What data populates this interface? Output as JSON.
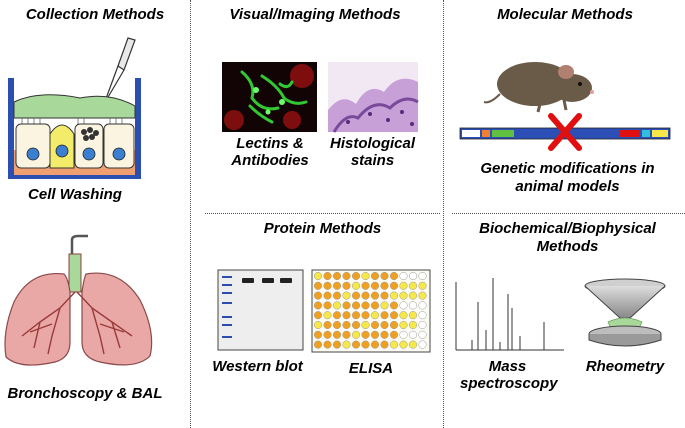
{
  "collection": {
    "title": "Collection Methods",
    "cell_washing": "Cell Washing",
    "bronchoscopy": "Bronchoscopy & BAL"
  },
  "visual": {
    "title": "Visual/Imaging Methods",
    "lectins": [
      "Lectins &",
      "Antibodies"
    ],
    "histo": [
      "Histological",
      "stains"
    ]
  },
  "molecular": {
    "title": "Molecular Methods",
    "genetic": [
      "Genetic modifications in",
      "animal models"
    ]
  },
  "protein": {
    "title": "Protein Methods",
    "western": "Western blot",
    "elisa": "ELISA"
  },
  "biochem": {
    "title": [
      "Biochemical/Biophysical",
      "Methods"
    ],
    "mass": [
      "Mass",
      "spectroscopy"
    ],
    "rheometry": "Rheometry"
  },
  "colors": {
    "well_blue": "#2a4fb0",
    "mucus_green": "#a8d89a",
    "cell_yellow": "#f3ec6a",
    "nucleus_blue": "#3b7fd0",
    "lung_pink": "#e9a8a6",
    "lectin_green": "#32c832",
    "histo_purple": "#c8a0d8",
    "gene_bar_blue": "#2c4fb5",
    "cross_red": "#e01010",
    "elisa_orange": "#f0a020",
    "elisa_yellow": "#f7e84a"
  }
}
